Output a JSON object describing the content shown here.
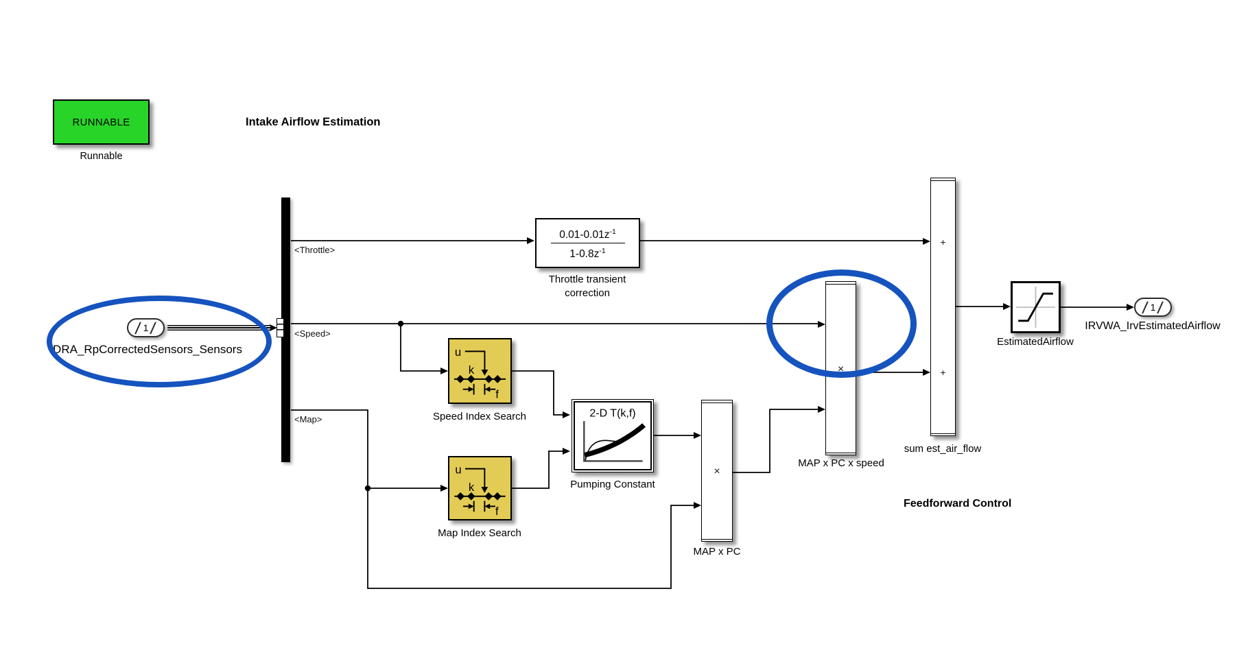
{
  "colors": {
    "highlight-blue": "#1553BE",
    "block-yellow": "#E3CC55",
    "runnable-green": "#28D428"
  },
  "annotations": {
    "title": "Intake Airflow Estimation",
    "section_label": "Feedforward Control"
  },
  "runnable": {
    "badge": "RUNNABLE",
    "name": "Runnable"
  },
  "inport": {
    "port_number": "1",
    "name": "DRA_RpCorrectedSensors_Sensors"
  },
  "bus_selector": {
    "signals": [
      {
        "label": "<Throttle>"
      },
      {
        "label": "<Speed>"
      },
      {
        "label": "<Map>"
      }
    ]
  },
  "blocks": {
    "throttle_transient": {
      "numerator_base": "0.01-0.01z",
      "numerator_exp": "-1",
      "denominator_base": "1-0.8z",
      "denominator_exp": "-1",
      "name_line1": "Throttle transient",
      "name_line2": "correction"
    },
    "speed_index_search": {
      "name": "Speed Index Search",
      "icon_u": "u",
      "icon_k": "k",
      "icon_f": "f"
    },
    "map_index_search": {
      "name": "Map Index Search",
      "icon_u": "u",
      "icon_k": "k",
      "icon_f": "f"
    },
    "pumping_constant": {
      "icon_label": "2-D T(k,f)",
      "name": "Pumping Constant"
    },
    "map_x_pc": {
      "operator": "×",
      "name": "MAP x PC"
    },
    "map_x_pc_x_speed": {
      "operator": "×",
      "name": "MAP x PC x speed"
    },
    "sum_est_air_flow": {
      "input_signs": [
        "+",
        "+"
      ],
      "name": "sum est_air_flow"
    },
    "estimated_airflow_saturation": {
      "name": "EstimatedAirflow"
    }
  },
  "outport": {
    "port_number": "1",
    "name": "IRVWA_IrvEstimatedAirflow"
  }
}
